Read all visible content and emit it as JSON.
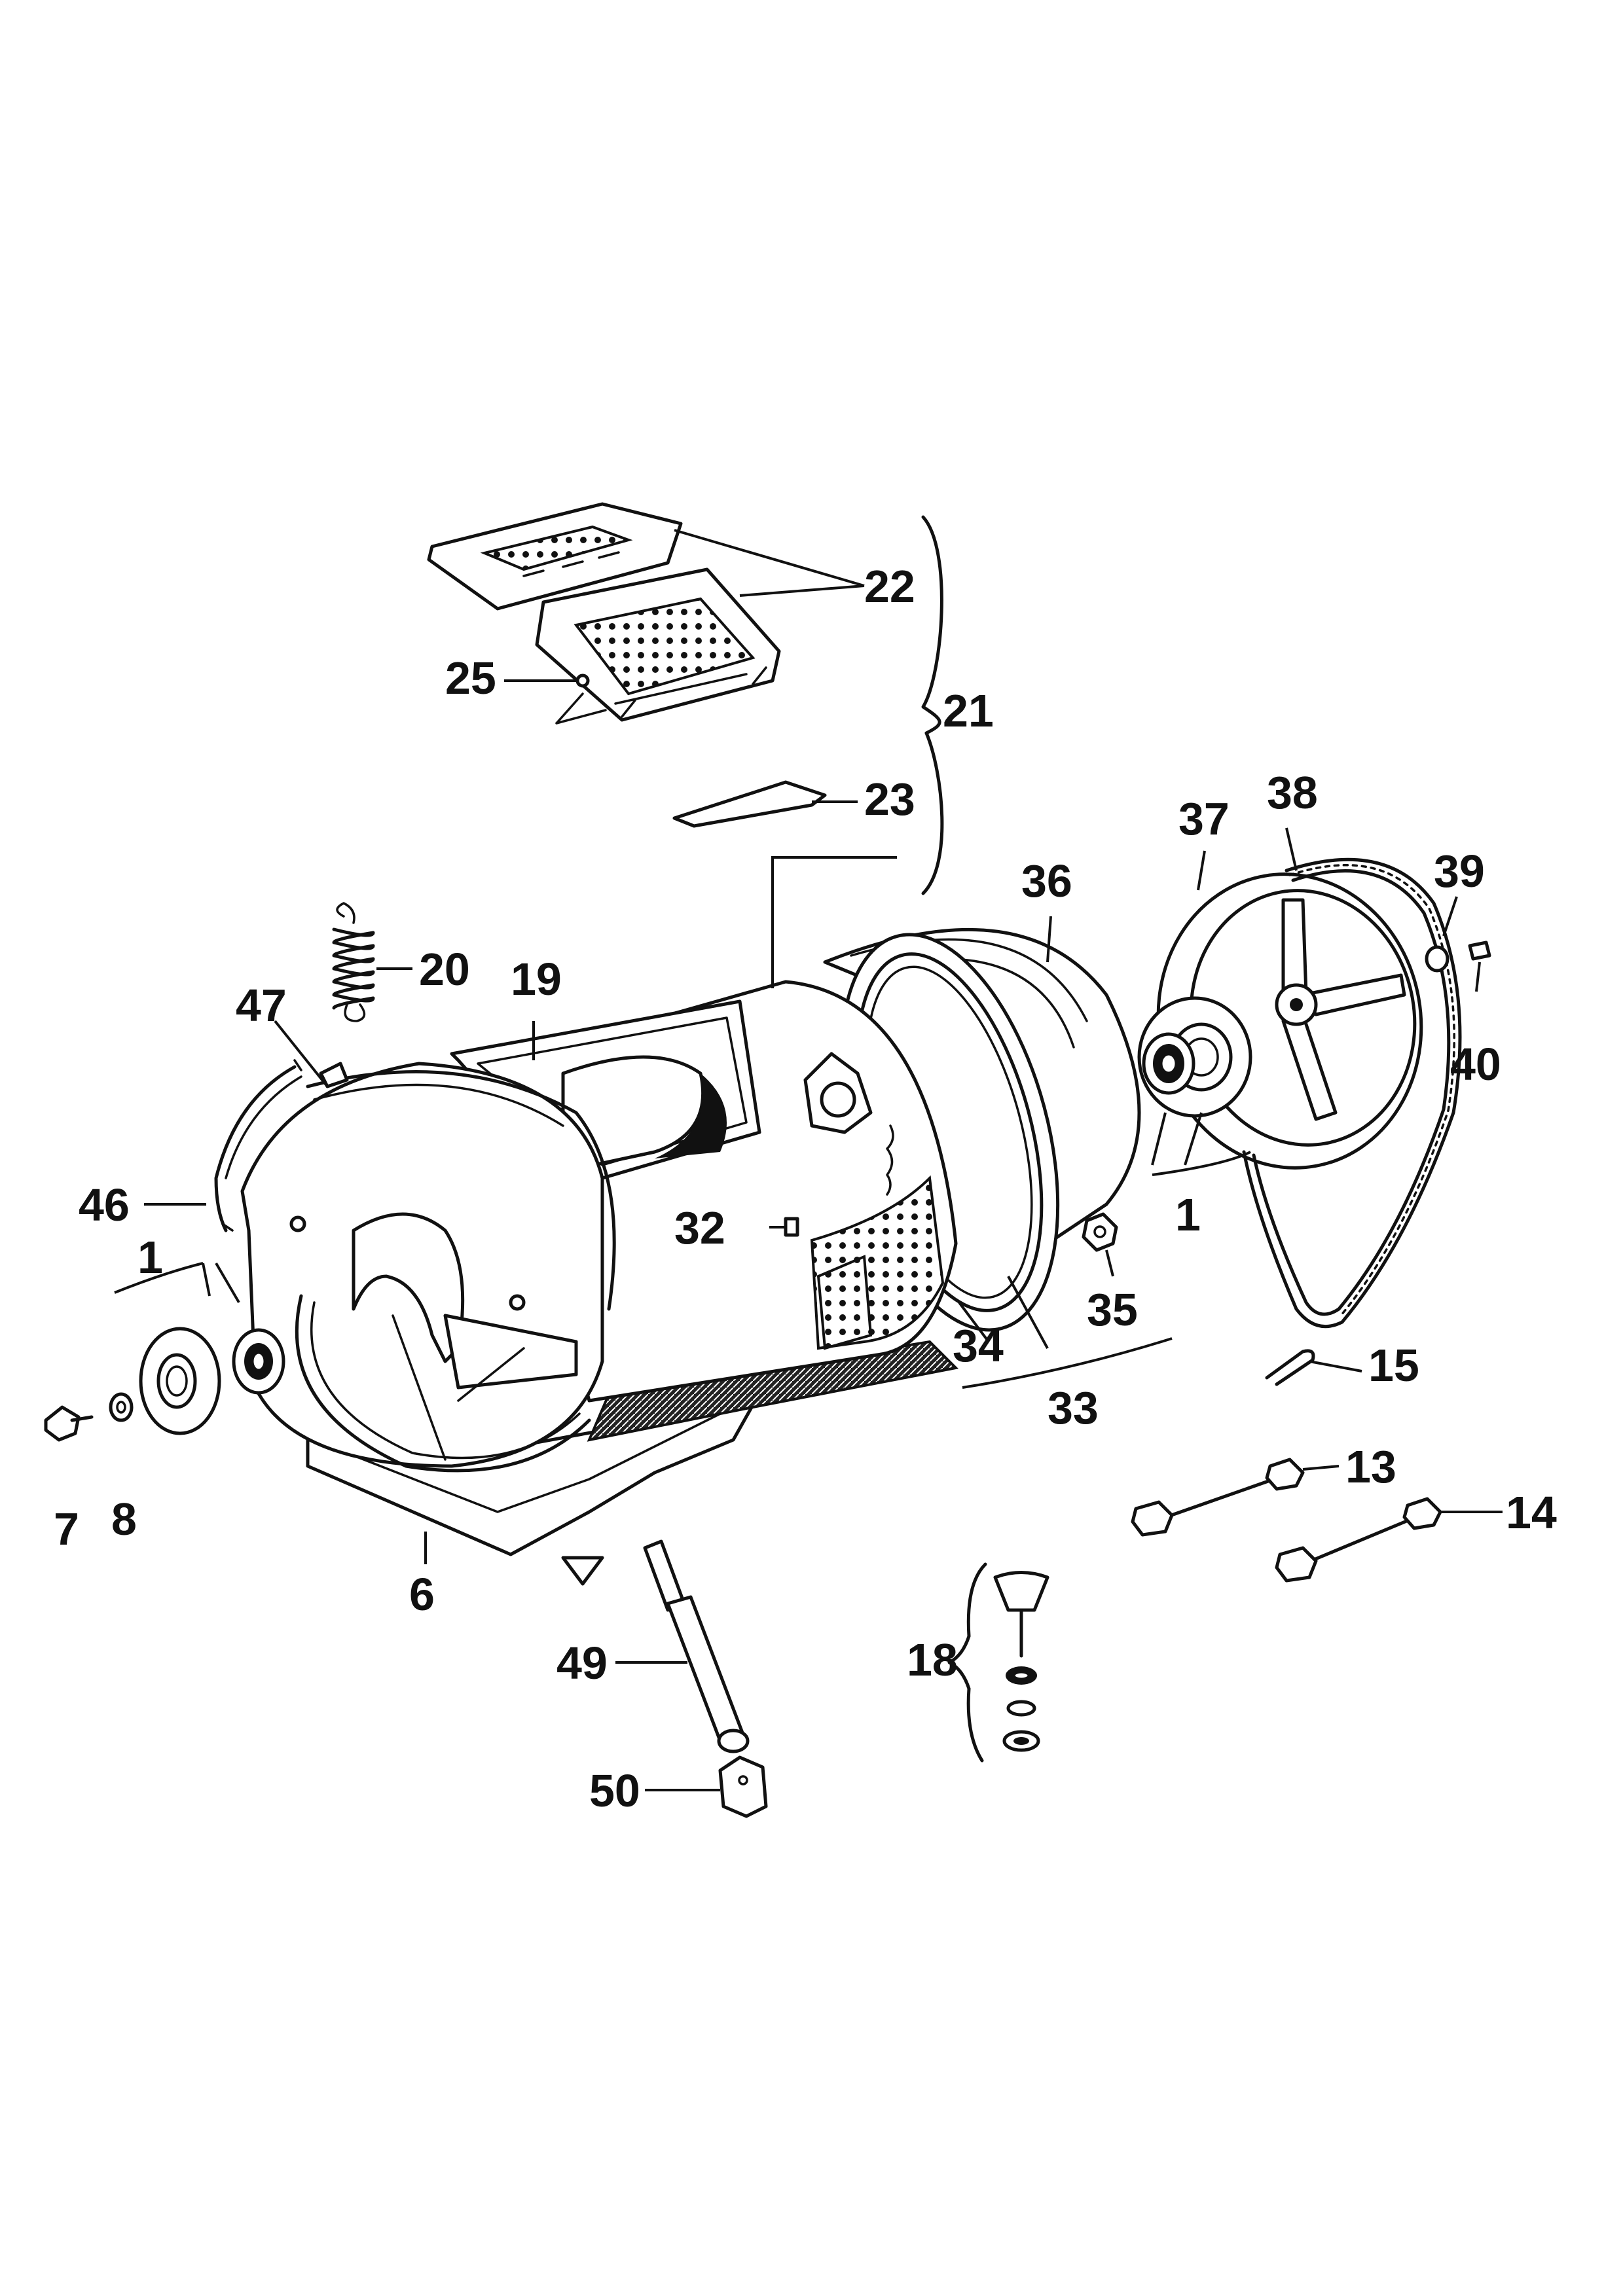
{
  "diagram": {
    "labels": {
      "p1_right": "1",
      "p1_left": "1",
      "p6": "6",
      "p7": "7",
      "p8": "8",
      "p13": "13",
      "p14": "14",
      "p15": "15",
      "p18": "18",
      "p19": "19",
      "p20": "20",
      "p21": "21",
      "p22": "22",
      "p23": "23",
      "p25": "25",
      "p32": "32",
      "p33": "33",
      "p34": "34",
      "p35": "35",
      "p36": "36",
      "p37": "37",
      "p38": "38",
      "p39": "39",
      "p40": "40",
      "p46": "46",
      "p47": "47",
      "p49": "49",
      "p50": "50"
    },
    "parts": [
      "tub-assembly",
      "front-tub-half",
      "drum",
      "rear-tub-half",
      "pulley",
      "drive-belt",
      "bearing-flange",
      "door-seal-ring",
      "spring",
      "shock-absorber",
      "foot",
      "tie-rod"
    ]
  }
}
